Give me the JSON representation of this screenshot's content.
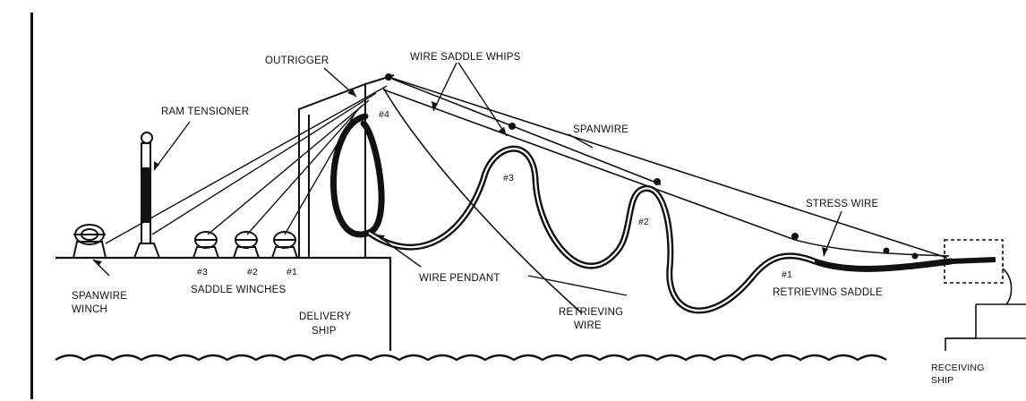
{
  "labels": {
    "outrigger": "OUTRIGGER",
    "wire_saddle_whips": "WIRE SADDLE WHIPS",
    "ram_tensioner": "RAM TENSIONER",
    "spanwire": "SPANWIRE",
    "saddle_4": "#4",
    "saddle_3": "#3",
    "saddle_2": "#2",
    "saddle_1": "#1",
    "stress_wire": "STRESS WIRE",
    "winch_3": "#3",
    "winch_2": "#2",
    "winch_1": "#1",
    "saddle_winches": "SADDLE WINCHES",
    "spanwire_winch_line1": "SPANWIRE",
    "spanwire_winch_line2": "WINCH",
    "wire_pendant": "WIRE PENDANT",
    "delivery_ship_line1": "DELIVERY",
    "delivery_ship_line2": "SHIP",
    "retrieving_wire_line1": "RETRIEVING",
    "retrieving_wire_line2": "WIRE",
    "retrieving_saddle": "RETRIEVING SADDLE",
    "receiving_ship_line1": "RECEIVING",
    "receiving_ship_line2": "SHIP"
  }
}
